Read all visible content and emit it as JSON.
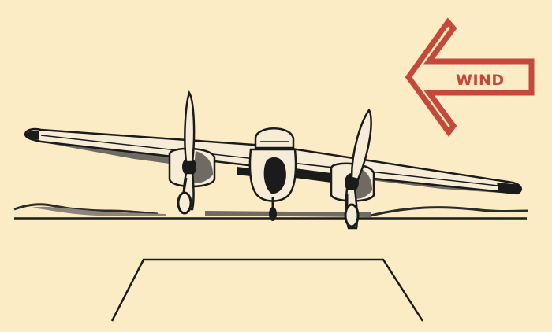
{
  "wind": {
    "label": "WIND",
    "direction": "left"
  },
  "colors": {
    "paper": "#fbecc6",
    "ink": "#1b1b1b",
    "shadow": "#6f6a62",
    "arrow": "#c5483b",
    "plane_fill": "#f7ecd6"
  },
  "icons": {
    "aircraft": "twin-engine-airplane-crosswind-landing",
    "arrow": "wind-arrow-left",
    "runway": "runway-outline"
  }
}
